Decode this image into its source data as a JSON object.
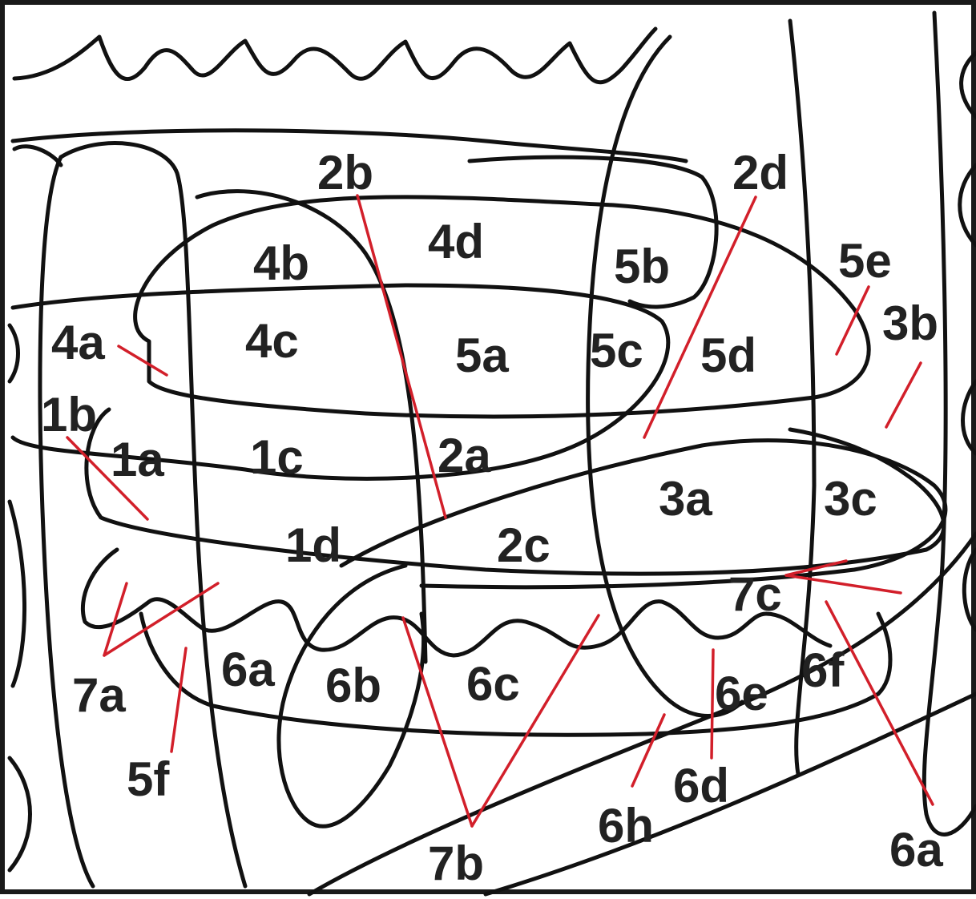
{
  "colors": {
    "outline": "#111111",
    "leader_line": "#d21f2a",
    "label_text": "#222222",
    "background": "#ffffff"
  },
  "labels": {
    "l1a": "1a",
    "l1b": "1b",
    "l1c": "1c",
    "l1d": "1d",
    "l2a": "2a",
    "l2b": "2b",
    "l2c": "2c",
    "l2d": "2d",
    "l3a": "3a",
    "l3b": "3b",
    "l3c": "3c",
    "l4a": "4a",
    "l4b": "4b",
    "l4c": "4c",
    "l4d": "4d",
    "l5a": "5a",
    "l5b": "5b",
    "l5c": "5c",
    "l5d": "5d",
    "l5e": "5e",
    "l5f": "5f",
    "l6a_left": "6a",
    "l6a_right": "6a",
    "l6b": "6b",
    "l6c": "6c",
    "l6d": "6d",
    "l6e": "6e",
    "l6f": "6f",
    "l6h": "6h",
    "l7a": "7a",
    "l7b": "7b",
    "l7c": "7c"
  }
}
